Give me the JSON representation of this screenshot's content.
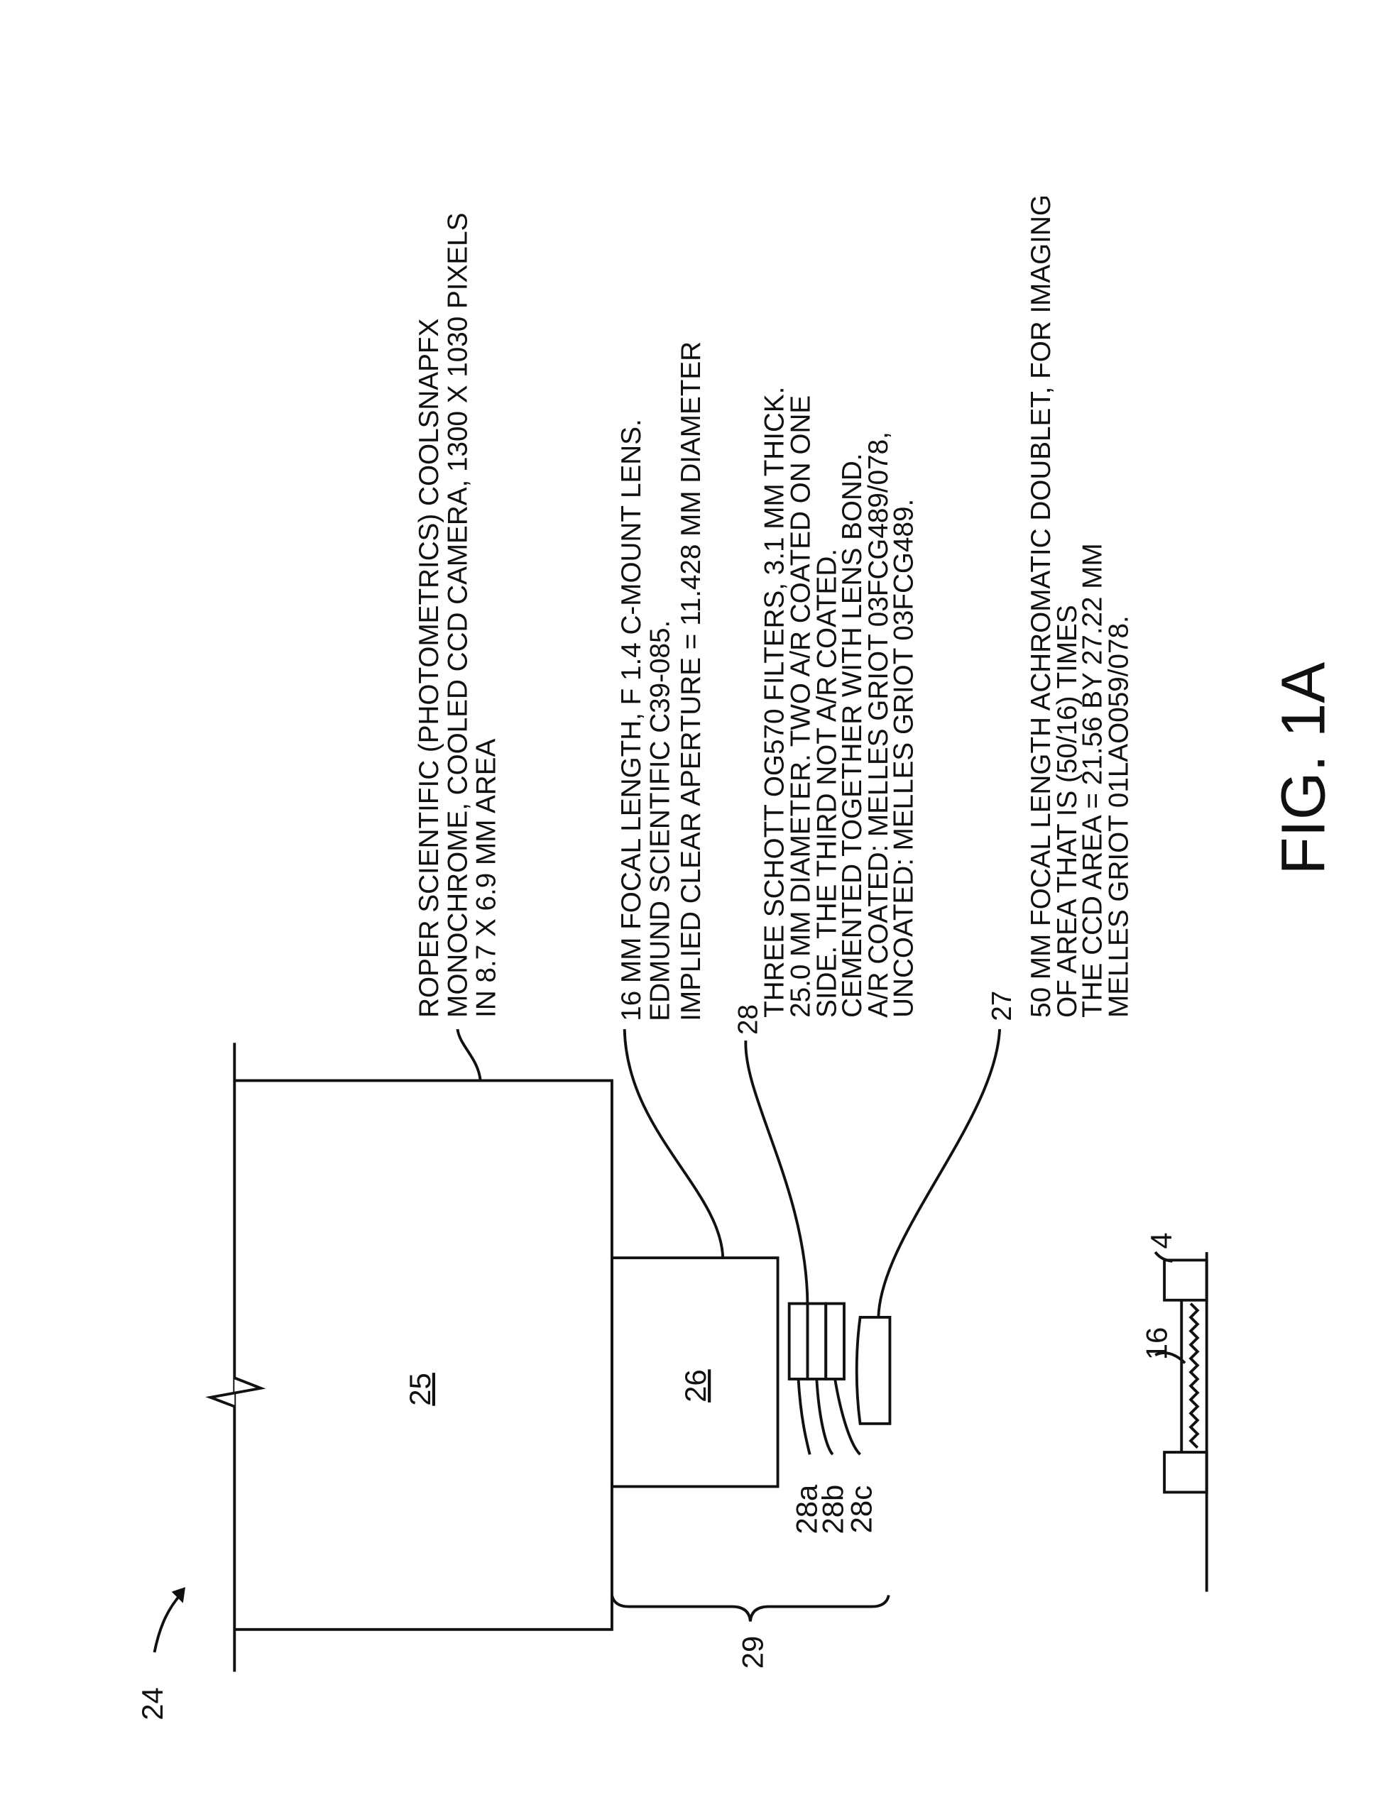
{
  "figure_label": "FIG. 1A",
  "refs": {
    "system": "24",
    "camera": "25",
    "lens": "26",
    "doublet": "27",
    "filters": "28",
    "filter_a": "28a",
    "filter_b": "28b",
    "filter_c": "28c",
    "assembly": "29",
    "sample": "16",
    "holder": "4"
  },
  "camera_note": [
    "ROPER SCIENTIFIC (PHOTOMETRICS) COOLSNAPFX",
    "MONOCHROME, COOLED CCD CAMERA, 1300 X 1030 PIXELS",
    "IN 8.7 X 6.9 MM AREA"
  ],
  "lens_note": [
    "16 MM FOCAL LENGTH, F 1.4 C-MOUNT LENS.",
    "EDMUND SCIENTIFIC C39-085.",
    "IMPLIED CLEAR APERTURE = 11.428 MM DIAMETER"
  ],
  "filters_note": [
    "THREE SCHOTT OG570 FILTERS, 3.1 MM THICK.",
    "25.0 MM DIAMETER. TWO A/R COATED ON ONE",
    "SIDE. THE THIRD NOT A/R COATED.",
    "CEMENTED TOGETHER WITH LENS BOND.",
    "A/R COATED: MELLES GRIOT 03FCG489/078,",
    "UNCOATED: MELLES GRIOT 03FCG489."
  ],
  "doublet_note": [
    "50 MM FOCAL LENGTH ACHROMATIC DOUBLET, FOR IMAGING",
    "OF AREA THAT IS (50/16) TIMES",
    "THE CCD AREA = 21.56 BY 27.22 MM",
    "MELLES GRIOT 01LAO059/078."
  ]
}
